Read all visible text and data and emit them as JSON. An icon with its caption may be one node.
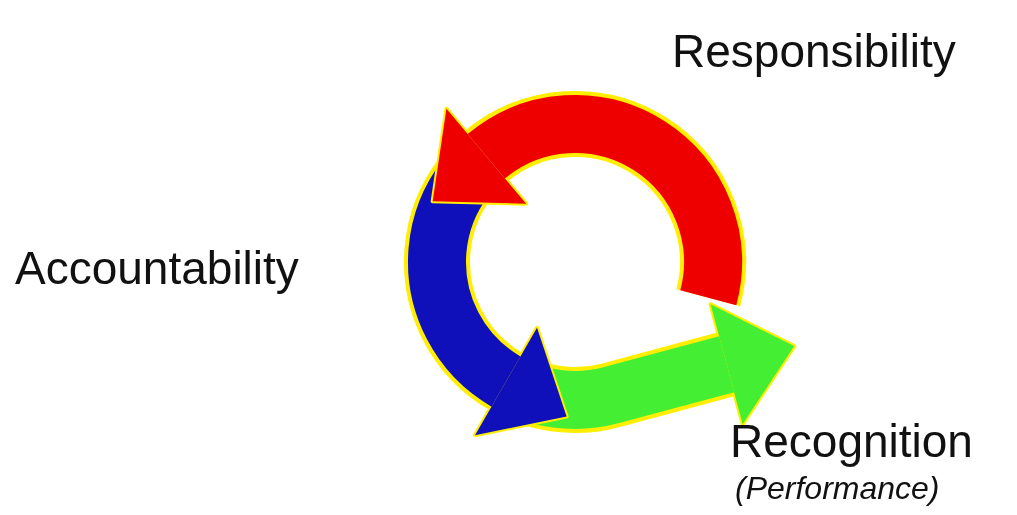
{
  "diagram": {
    "labels": [
      "Responsibility",
      "Accountability",
      "Recognition",
      "(Performance)"
    ]
  }
}
